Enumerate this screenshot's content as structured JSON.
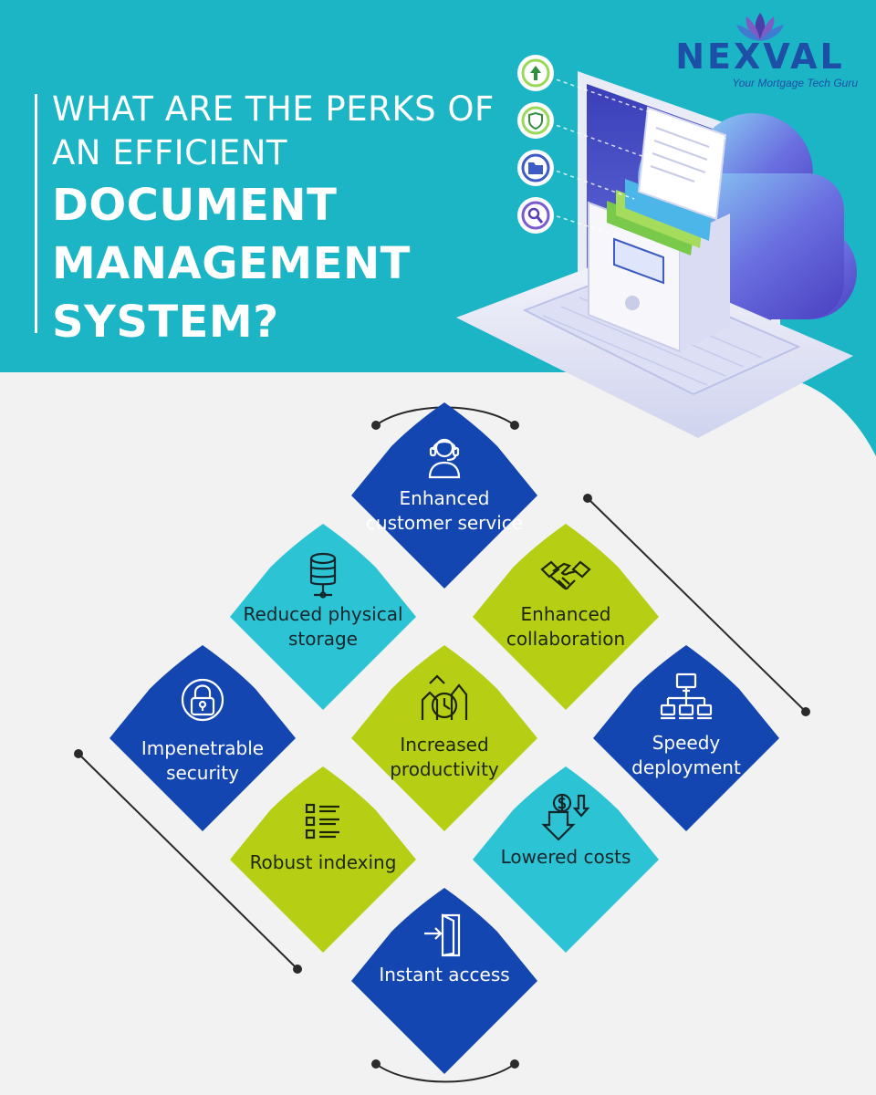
{
  "brand": {
    "name": "NEXVAL",
    "tagline": "Your Mortgage Tech Guru"
  },
  "title": {
    "line1": "WHAT ARE THE PERKS OF",
    "line2": "AN EFFICIENT",
    "line3": "DOCUMENT",
    "line4": "MANAGEMENT",
    "line5": "SYSTEM?"
  },
  "colors": {
    "header_bg": "#1cb5c6",
    "page_bg": "#f2f2f3",
    "dark_tile": "#1446b2",
    "teal_tile": "#2cc4d4",
    "lime_tile": "#b6cf14",
    "brand_blue": "#1d4fa6"
  },
  "perks": [
    {
      "label": "Enhanced customer service",
      "icon": "customer-support-icon",
      "style": "dark"
    },
    {
      "label": "Reduced physical storage",
      "icon": "database-icon",
      "style": "teal"
    },
    {
      "label": "Enhanced collaboration",
      "icon": "handshake-icon",
      "style": "lime"
    },
    {
      "label": "Impenetrable security",
      "icon": "lock-icon",
      "style": "dark"
    },
    {
      "label": "Increased productivity",
      "icon": "productivity-clock-icon",
      "style": "lime"
    },
    {
      "label": "Speedy deployment",
      "icon": "network-deploy-icon",
      "style": "dark"
    },
    {
      "label": "Robust indexing",
      "icon": "index-list-icon",
      "style": "lime"
    },
    {
      "label": "Lowered costs",
      "icon": "cost-down-icon",
      "style": "teal"
    },
    {
      "label": "Instant access",
      "icon": "enter-door-icon",
      "style": "dark"
    }
  ],
  "illustration": {
    "side_icons": [
      "upload-arrow-icon",
      "shield-check-icon",
      "folder-icon",
      "magnifier-icon"
    ]
  }
}
